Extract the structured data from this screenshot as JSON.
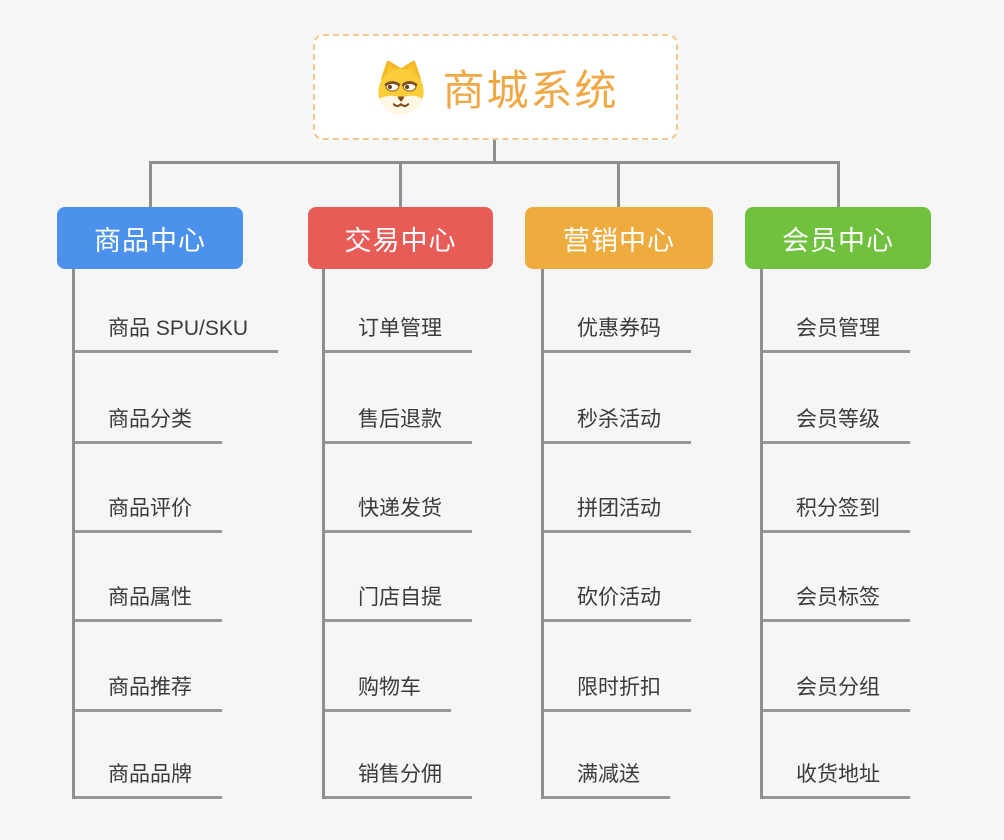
{
  "page": {
    "background": "#F6F6F6",
    "connector_color": "#8F8F8F"
  },
  "root": {
    "label": "商城系统",
    "icon": "shiba-dog-icon",
    "text_color": "#F0A845",
    "border_color": "#EFC98E"
  },
  "branches": [
    {
      "label": "商品中心",
      "color": "#4C92EC",
      "items": [
        "商品 SPU/SKU",
        "商品分类",
        "商品评价",
        "商品属性",
        "商品推荐",
        "商品品牌"
      ]
    },
    {
      "label": "交易中心",
      "color": "#E85C58",
      "items": [
        "订单管理",
        "售后退款",
        "快递发货",
        "门店自提",
        "购物车",
        "销售分佣"
      ]
    },
    {
      "label": "营销中心",
      "color": "#EFAC3E",
      "items": [
        "优惠券码",
        "秒杀活动",
        "拼团活动",
        "砍价活动",
        "限时折扣",
        "满减送"
      ]
    },
    {
      "label": "会员中心",
      "color": "#6FC13E",
      "items": [
        "会员管理",
        "会员等级",
        "积分签到",
        "会员标签",
        "会员分组",
        "收货地址"
      ]
    }
  ]
}
